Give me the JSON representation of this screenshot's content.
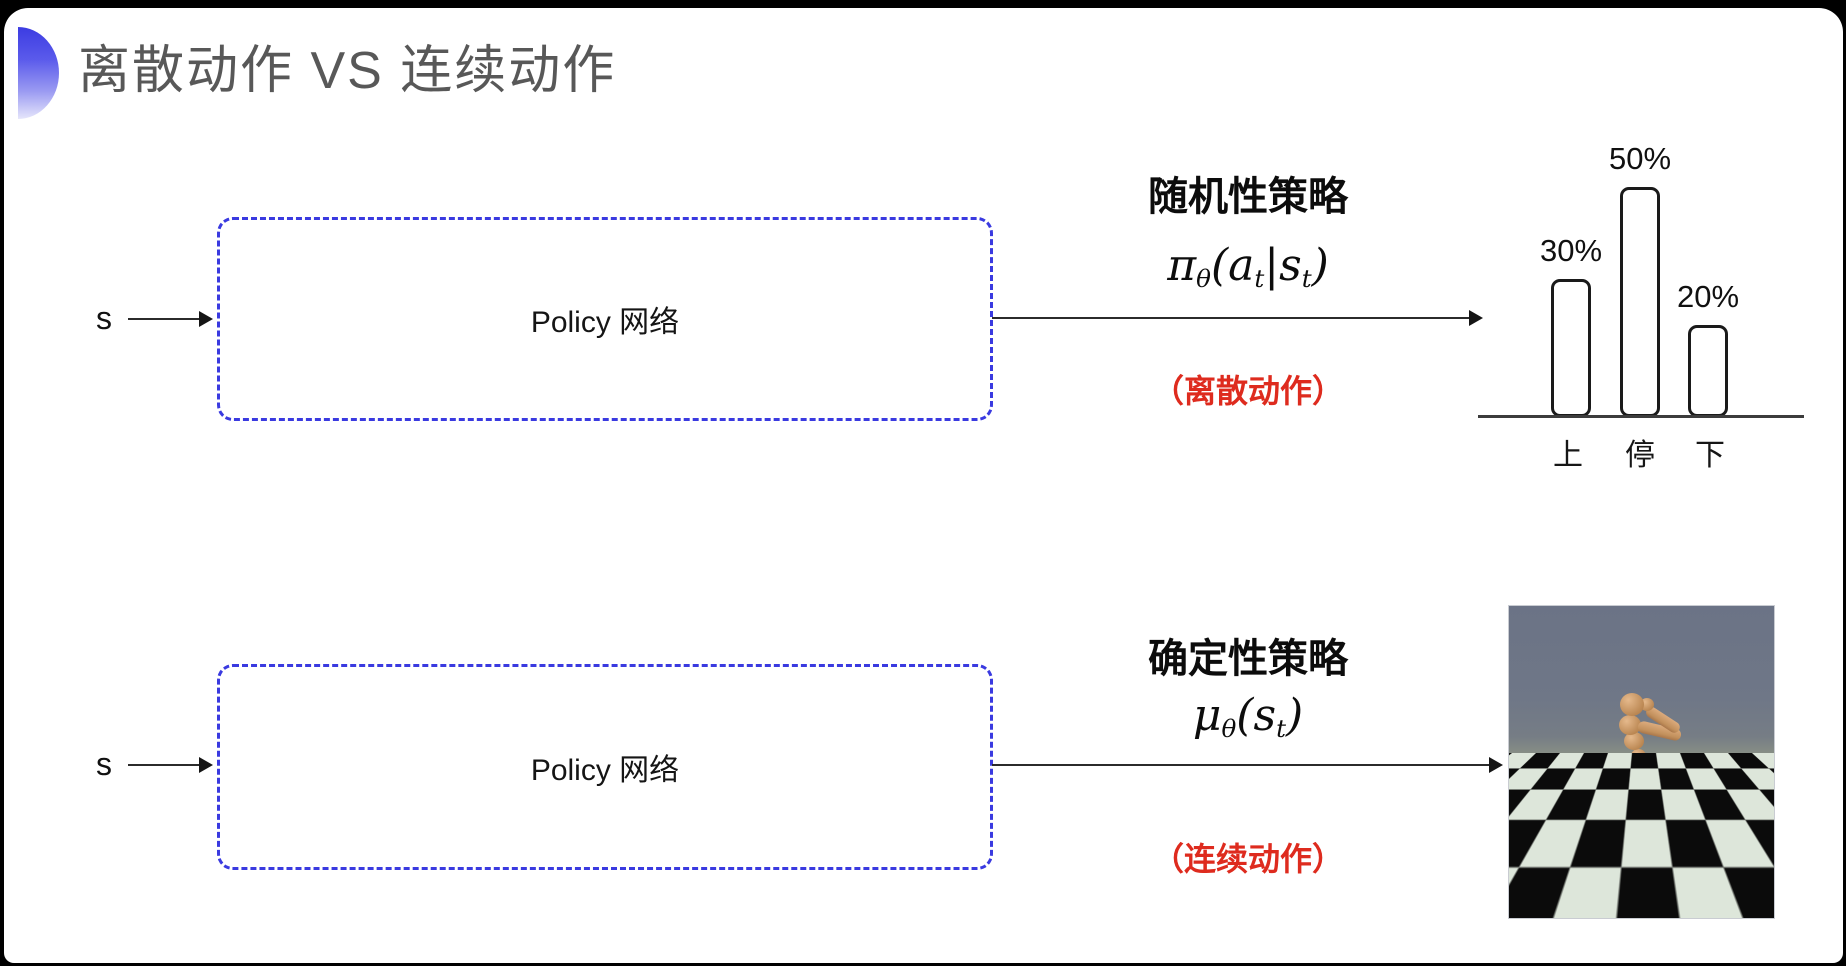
{
  "title": {
    "text": "离散动作 VS 连续动作",
    "color": "#585858",
    "accent_color": "#3c3ce2"
  },
  "rows": {
    "stochastic": {
      "input_label": "s",
      "box_label": "Policy 网络",
      "policy_type": "随机性策略",
      "formula": {
        "p1": "π",
        "p1s": "θ",
        "p2": "(",
        "p3": "a",
        "p3s": "t",
        "p4": "|",
        "p5": "s",
        "p5s": "t",
        "p6": ")"
      },
      "action_note": "（离散动作）"
    },
    "deterministic": {
      "input_label": "s",
      "box_label": "Policy 网络",
      "policy_type": "确定性策略",
      "formula": {
        "m1": "μ",
        "m1s": "θ",
        "m2": "(",
        "m3": "s",
        "m3s": "t",
        "m4": ")"
      },
      "action_note": "（连续动作）"
    }
  },
  "chart_data": {
    "type": "bar",
    "categories": [
      "上",
      "停",
      "下"
    ],
    "values": [
      30,
      50,
      20
    ],
    "value_labels": [
      "30%",
      "50%",
      "20%"
    ],
    "title": "",
    "xlabel": "",
    "ylabel": "",
    "ylim": [
      0,
      50
    ],
    "grid": false,
    "legend": false,
    "bar_style": "outlined-rounded-white",
    "axis": "baseline-only"
  },
  "sim_image": {
    "description_name": "humanoid-mujoco-simulation"
  },
  "colors": {
    "box_border": "#3a3ae0",
    "arrow": "#151515",
    "bar_border": "#1a1a1a",
    "note_red": "#de2b1e",
    "title_gray": "#585858"
  }
}
